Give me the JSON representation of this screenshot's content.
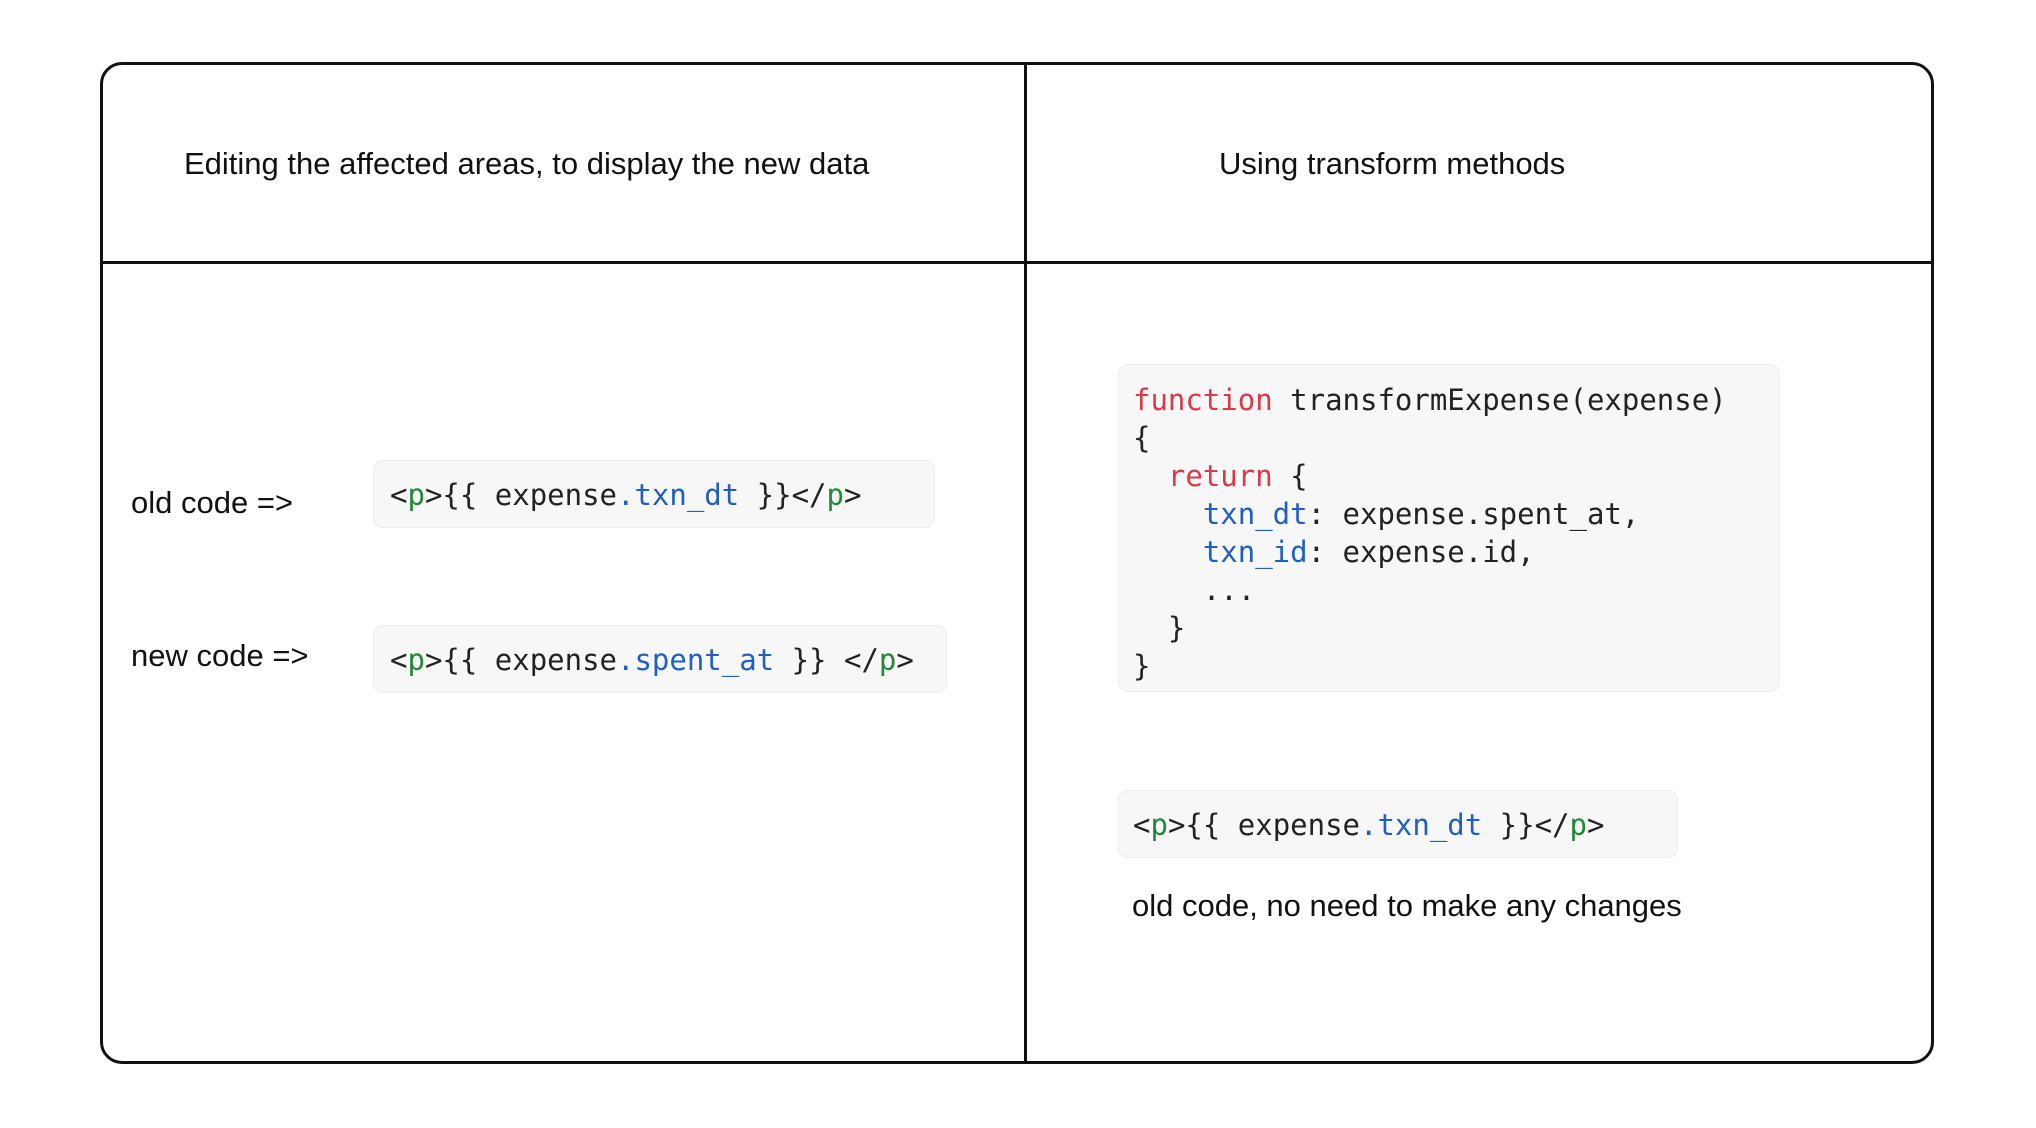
{
  "left_panel": {
    "heading": "Editing the affected areas, to display the new data",
    "old_label": "old code =>",
    "new_label": "new code =>",
    "old_code": {
      "lt1": "<",
      "tag1": "p",
      "gt1": ">{{ expense",
      "prop": ".txn_dt",
      "rest": " }}</",
      "tag2": "p",
      "gt2": ">"
    },
    "new_code": {
      "lt1": "<",
      "tag1": "p",
      "gt1": ">{{ expense",
      "prop": ".spent_at",
      "rest": " }} </",
      "tag2": "p",
      "gt2": ">"
    }
  },
  "right_panel": {
    "heading": "Using transform methods",
    "function_code": {
      "line1_kw": "function",
      "line1_rest": " transformExpense(expense)",
      "line2": "{",
      "line3_indent": "  ",
      "line3_kw": "return",
      "line3_rest": " {",
      "line4_indent": "    ",
      "line4_prop": "txn_dt",
      "line4_rest": ": expense.spent_at,",
      "line5_indent": "    ",
      "line5_prop": "txn_id",
      "line5_rest": ": expense.id,",
      "line6": "    ...",
      "line7": "  }",
      "line8": "}"
    },
    "template_code": {
      "lt1": "<",
      "tag1": "p",
      "gt1": ">{{ expense",
      "prop": ".txn_dt",
      "rest": " }}</",
      "tag2": "p",
      "gt2": ">"
    },
    "note": "old code, no need to make any changes"
  }
}
